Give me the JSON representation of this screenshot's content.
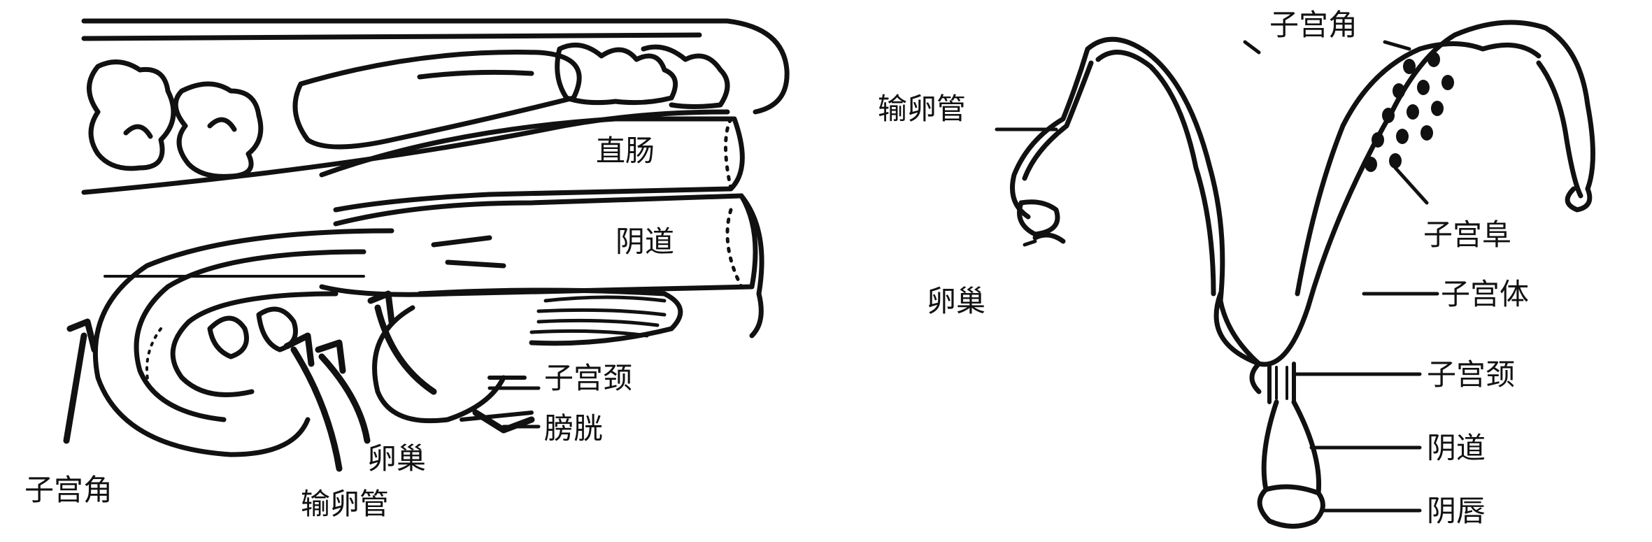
{
  "left_panel": {
    "labels": {
      "rectum": "直肠",
      "vagina": "阴道",
      "cervix": "子宫颈",
      "bladder": "膀胱",
      "ovary": "卵巢",
      "oviduct": "输卵管",
      "uterine_horn": "子宫角"
    }
  },
  "right_panel": {
    "labels": {
      "uterine_horn": "子宫角",
      "oviduct": "输卵管",
      "caruncle": "子宫阜",
      "ovary": "卵巢",
      "uterine_body": "子宫体",
      "cervix": "子宫颈",
      "vagina": "阴道",
      "vulva": "阴唇"
    }
  },
  "colors": {
    "ink": "#111111",
    "background": "#ffffff"
  }
}
